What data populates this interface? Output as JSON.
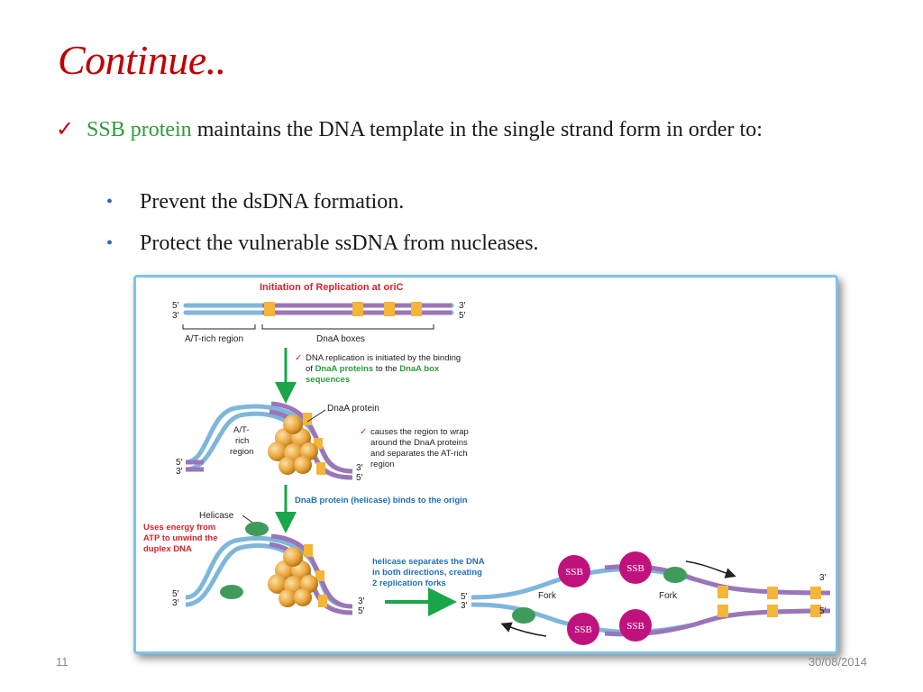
{
  "slide": {
    "title": "Continue..",
    "bullet_main": {
      "highlight": "SSB protein",
      "text": " maintains the DNA template in the single strand form in order to:"
    },
    "sub_bullets": [
      "Prevent the dsDNA formation.",
      "Protect the vulnerable ssDNA from nucleases."
    ],
    "slide_number": "11",
    "date": "30/08/2014"
  },
  "figure": {
    "title": "Initiation of Replication at oriC",
    "end_5": "5′",
    "end_3": "3′",
    "region_at": "A/T-rich region",
    "region_dnaa": "DnaA boxes",
    "step1_line1": "DNA replication is initiated by the binding",
    "step1_of": "of ",
    "step1_dnaa1": "DnaA proteins",
    "step1_to": " to the ",
    "step1_dnaa2": "DnaA box",
    "step1_line3": "sequences",
    "dnaa_protein": "DnaA protein",
    "at_rich_l1": "A/T-",
    "at_rich_l2": "rich",
    "at_rich_l3": "region",
    "step2_l1": "causes the region to wrap",
    "step2_l2": "around the DnaA proteins",
    "step2_l3": "and separates the AT-rich",
    "step2_l4": "region",
    "step3": "DnaB protein (helicase) binds to the origin",
    "helicase": "Helicase",
    "energy_l1": "Uses energy from",
    "energy_l2": "ATP to unwind the",
    "energy_l3": "duplex DNA",
    "step4_l1": "helicase separates the DNA",
    "step4_l2": "in both directions, creating",
    "step4_l3": "2 replication forks",
    "fork": "Fork",
    "ssb": "SSB",
    "check_mark": "✓",
    "colors": {
      "blue_strand": "#7fb6dc",
      "purple_strand": "#9a75b8",
      "dnaa_box": "#f3b53a",
      "protein": "#e9a63c",
      "helicase": "#3f9b5a",
      "ssb": "#c0127d",
      "arrow_green": "#1aa64a",
      "title_red": "#d6242b",
      "label_blue": "#1f6fb8"
    }
  }
}
